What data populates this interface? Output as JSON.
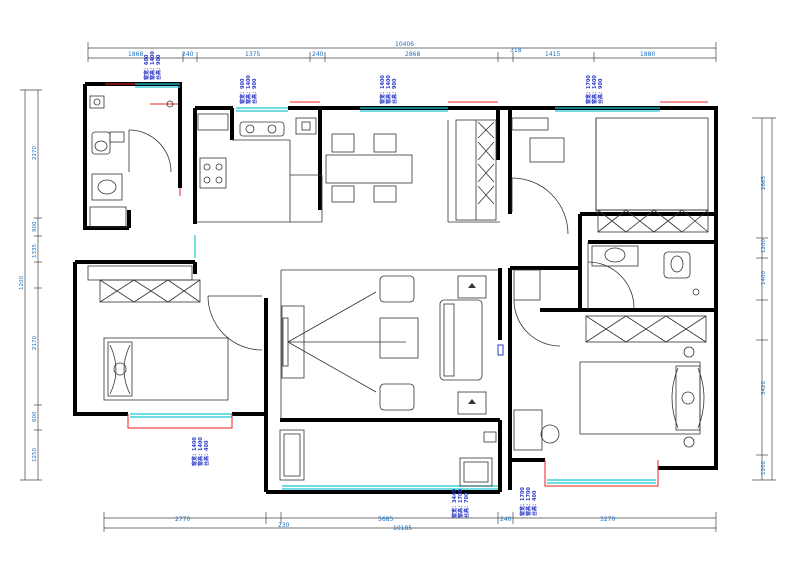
{
  "dimensions": {
    "top_total": "10406",
    "top_segments": [
      "1868",
      "240",
      "1375",
      "240",
      "2868",
      "318",
      "1415",
      "1880"
    ],
    "bottom_total": "10185",
    "bottom_segments": [
      "2770",
      "230",
      "5685",
      "240",
      "3270"
    ],
    "left_segments": [
      "2270",
      "900",
      "1335",
      "1200",
      "2170",
      "600",
      "1250"
    ],
    "right_segments": [
      "2865",
      "1200",
      "1400",
      "3420",
      "1200"
    ]
  },
  "window_labels": {
    "bath_window": [
      "窗宽：600",
      "窗高：1400",
      "台高：900"
    ],
    "kitchen_window": [
      "窗宽：900",
      "窗高：1400",
      "台高：900"
    ],
    "dining_window": [
      "窗宽：1400",
      "窗高：1400",
      "台高：900"
    ],
    "bedroom_ne_window": [
      "窗宽：1700",
      "窗高：1400",
      "台高：900"
    ],
    "bedroom_w_window": [
      "窗宽：1400",
      "窗高：1400",
      "台高：400"
    ],
    "living_window": [
      "窗宽：3440",
      "窗高：1700",
      "台高：700"
    ],
    "bedroom_se_window": [
      "窗宽：1700",
      "窗高：1700",
      "台高：400"
    ]
  },
  "colors": {
    "wall": "#000000",
    "dimension": "#1b6fc0",
    "window": "#19c6d6",
    "window_label": "#2a38c8",
    "sill": "#e22222"
  }
}
